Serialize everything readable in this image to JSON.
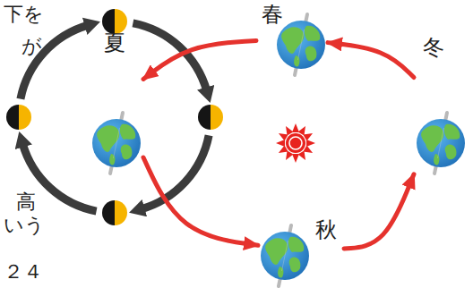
{
  "diagram": {
    "nodes": [
      {
        "text": [
          "春"
        ]
      },
      {
        "text": [
          "夏"
        ]
      },
      {
        "text": [
          "冬"
        ]
      },
      {
        "text": [
          "秋"
        ]
      }
    ],
    "edges": [
      {
        "from": 0,
        "to": 1,
        "arrow": "to"
      },
      {
        "from": 1,
        "to": 3,
        "arrow": "to"
      },
      {
        "from": 3,
        "to": 2,
        "arrow": "to"
      },
      {
        "from": 2,
        "to": 0,
        "arrow": "to"
      }
    ],
    "labels": [
      "下を",
      "が",
      "高",
      "いう",
      "２４"
    ]
  }
}
